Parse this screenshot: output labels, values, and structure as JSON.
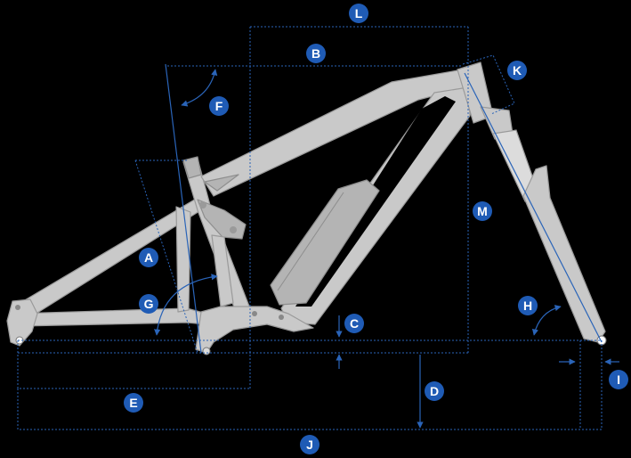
{
  "labels": {
    "A": "A",
    "B": "B",
    "C": "C",
    "D": "D",
    "E": "E",
    "F": "F",
    "G": "G",
    "H": "H",
    "I": "I",
    "J": "J",
    "K": "K",
    "L": "L",
    "M": "M"
  },
  "colors": {
    "background": "#000000",
    "frame": "#c9c9c9",
    "dimension": "#2a64b8",
    "badge": "#1f5bb5"
  }
}
